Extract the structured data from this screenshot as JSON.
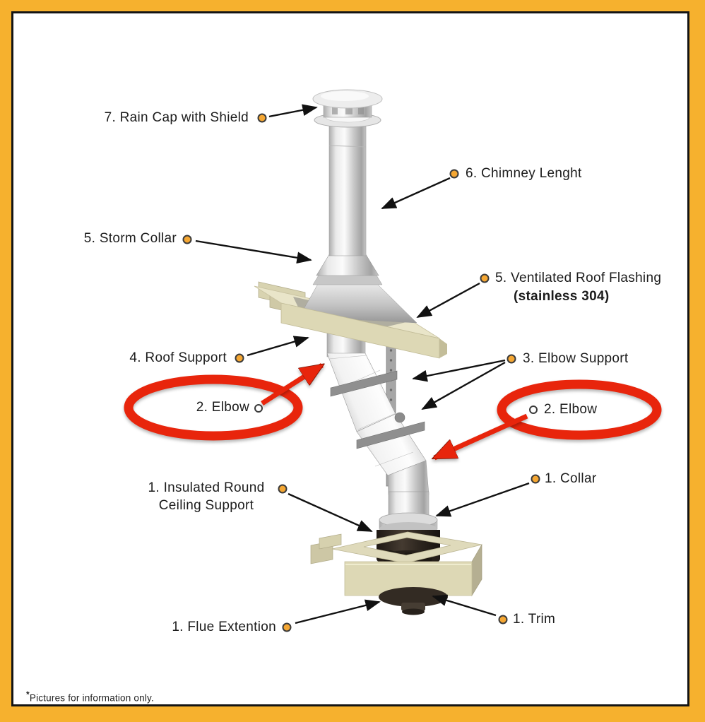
{
  "frame": {
    "border_color": "#F6B12E",
    "line_color": "#141414",
    "background": "#FFFFFF"
  },
  "colors": {
    "annotation_red": "#E8250C",
    "callout_dot": "#F5A733",
    "arrow_black": "#111111",
    "text": "#1C1C1C",
    "wood_beige": "#DDD8B5",
    "metal_gray": "#C9C9C9"
  },
  "labels": [
    {
      "id": "rain-cap",
      "text": "7. Rain Cap with Shield"
    },
    {
      "id": "chimney-length",
      "text": "6. Chimney Lenght"
    },
    {
      "id": "storm-collar",
      "text": "5. Storm Collar"
    },
    {
      "id": "roof-flashing",
      "text": "5. Ventilated Roof Flashing",
      "text2": "(stainless 304)"
    },
    {
      "id": "roof-support",
      "text": "4. Roof Support"
    },
    {
      "id": "elbow-support",
      "text": "3. Elbow Support"
    },
    {
      "id": "elbow-left",
      "text": "2. Elbow"
    },
    {
      "id": "elbow-right",
      "text": "2. Elbow"
    },
    {
      "id": "ceiling-support",
      "text": "1. Insulated Round",
      "text2": "Ceiling Support"
    },
    {
      "id": "collar",
      "text": "1. Collar"
    },
    {
      "id": "flue-extension",
      "text": "1. Flue Extention"
    },
    {
      "id": "trim",
      "text": "1. Trim"
    }
  ],
  "footnote": {
    "asterisk": "*",
    "text": "Pictures for information only."
  }
}
